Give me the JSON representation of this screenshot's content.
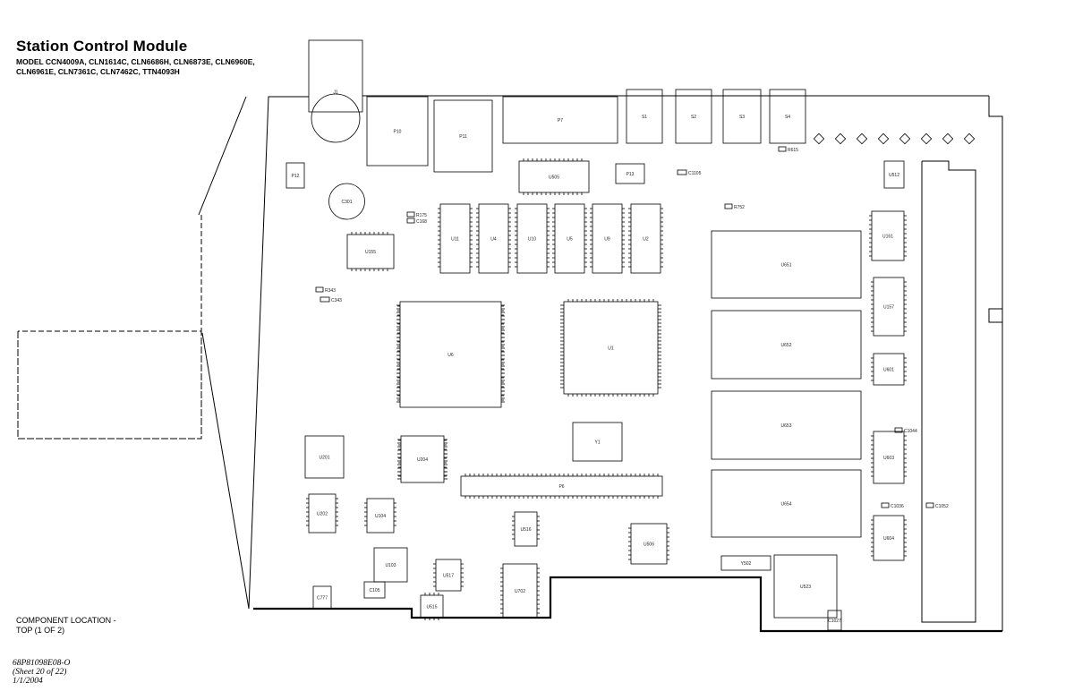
{
  "title": {
    "main": "Station Control Module"
  },
  "models": {
    "line1": "MODEL CCN4009A, CLN1614C, CLN6686H, CLN6873E, CLN6960E,",
    "line2": "CLN6961E, CLN7361C, CLN7462C, TTN4093H"
  },
  "caption": {
    "line1": "COMPONENT LOCATION -",
    "line2": "TOP (1 OF 2)"
  },
  "docref": {
    "number": "68P81098E08-O",
    "sheet": "(Sheet 20 of 22)",
    "date": "1/1/2004"
  },
  "components": [
    "J1",
    "P10",
    "P11",
    "P7",
    "S1",
    "S2",
    "S3",
    "S4",
    "P12",
    "C301",
    "U155",
    "U11",
    "U4",
    "U10",
    "U5",
    "U9",
    "U2",
    "U505",
    "P13",
    "C1105",
    "U6",
    "U1",
    "U651",
    "U652",
    "U653",
    "U654",
    "U161",
    "U157",
    "U601",
    "U603",
    "U604",
    "U201",
    "U204",
    "Y1",
    "P6",
    "U202",
    "U104",
    "U516",
    "U506",
    "U103",
    "U517",
    "U702",
    "Y502",
    "U523",
    "U515",
    "C777",
    "C105",
    "C1027",
    "U512",
    "C1036",
    "C1052",
    "C1044",
    "R615",
    "R752",
    "R343",
    "C343",
    "R175",
    "C168"
  ]
}
